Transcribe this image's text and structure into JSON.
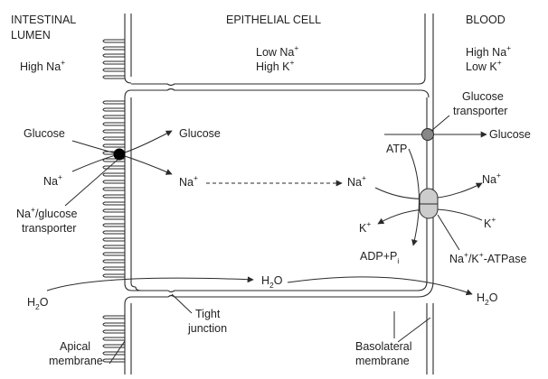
{
  "regions": {
    "lumen": {
      "line1": "INTESTINAL",
      "line2": "LUMEN",
      "na_label": "High Na"
    },
    "cell": {
      "title": "EPITHELIAL CELL",
      "na_label": "Low Na",
      "k_label": "High K"
    },
    "blood": {
      "title": "BLOOD",
      "na_label": "High Na",
      "k_label": "Low K"
    }
  },
  "superscripts": {
    "plus": "+",
    "i": "i",
    "two": "2"
  },
  "labels": {
    "glucose_lumen": "Glucose",
    "glucose_cell": "Glucose",
    "glucose_blood": "Glucose",
    "glucose_transporter_line1": "Glucose",
    "glucose_transporter_line2": "transporter",
    "na_lumen": "Na",
    "na_cell_left": "Na",
    "na_cell_right": "Na",
    "na_blood": "Na",
    "symporter_na": "Na",
    "symporter_rest": "/glucose",
    "symporter_line2": "transporter",
    "atp": "ATP",
    "adp": "ADP+P",
    "k_cell": "K",
    "k_blood": "K",
    "pump_na": "Na",
    "pump_mid": "/K",
    "pump_rest": "-ATPase",
    "water_lumen_h": "H",
    "water_lumen_o": "O",
    "water_cell_h": "H",
    "water_cell_o": "O",
    "water_blood_h": "H",
    "water_blood_o": "O",
    "tight_junction_line1": "Tight",
    "tight_junction_line2": "junction",
    "apical_line1": "Apical",
    "apical_line2": "membrane",
    "basolateral_line1": "Basolateral",
    "basolateral_line2": "membrane"
  }
}
